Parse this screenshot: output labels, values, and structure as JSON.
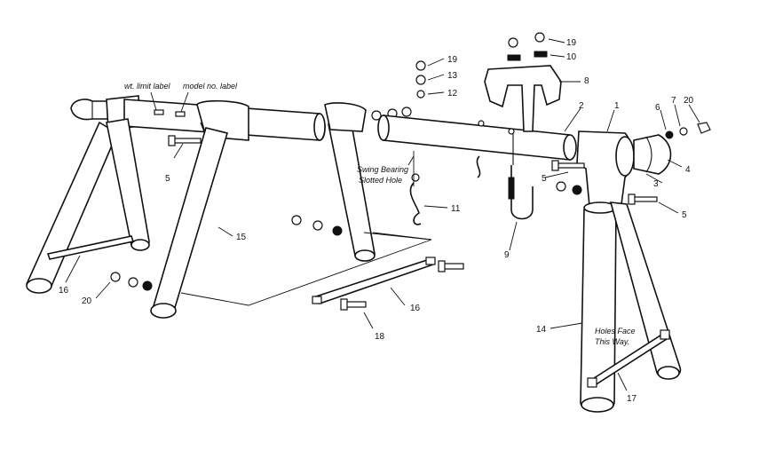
{
  "notes": {
    "wt_limit": "wt. limit label",
    "model_no": "model no. label",
    "swing_bearing_1": "Swing Bearing",
    "swing_bearing_2": "Slotted Hole",
    "holes_face_1": "Holes Face",
    "holes_face_2": "This Way."
  },
  "callouts": {
    "p1": "1",
    "p2": "2",
    "p3": "3",
    "p4": "4",
    "p5a": "5",
    "p5b": "5",
    "p5c": "5",
    "p6": "6",
    "p7": "7",
    "p8": "8",
    "p9": "9",
    "p10": "10",
    "p11": "11",
    "p12": "12",
    "p13": "13",
    "p14": "14",
    "p15": "15",
    "p16a": "16",
    "p16b": "16",
    "p17": "17",
    "p18": "18",
    "p19a": "19",
    "p19b": "19",
    "p20a": "20",
    "p20b": "20"
  }
}
